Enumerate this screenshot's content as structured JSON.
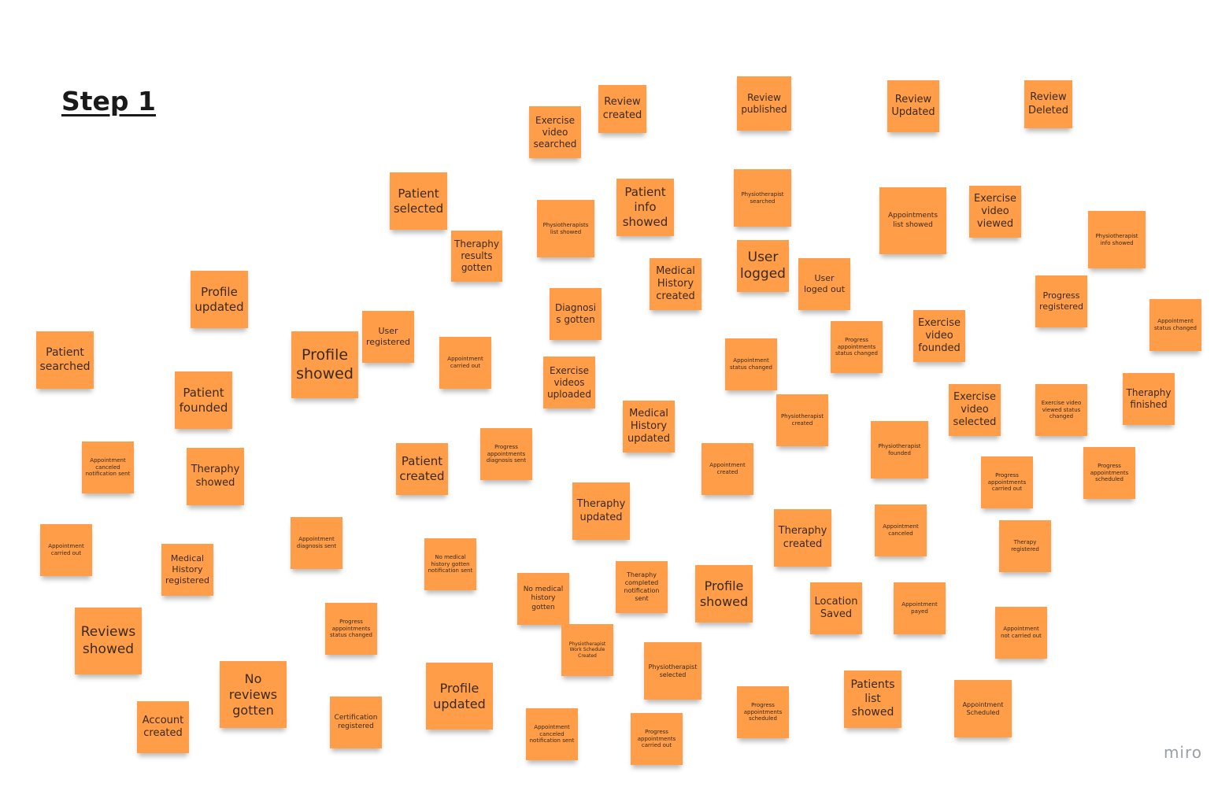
{
  "board": {
    "title": "Step 1",
    "watermark": "miro",
    "note_color": "#ff9d48"
  },
  "notes": [
    "Exercise video searched",
    "Review created",
    "Review published",
    "Review Updated",
    "Review Deleted",
    "Patient selected",
    "Physiotherapists list showed",
    "Patient info showed",
    "Physiotherapist searched",
    "Appointments list showed",
    "Exercise video viewed",
    "Physiotherapist info showed",
    "Theraphy results gotten",
    "Medical History created",
    "User logged",
    "User loged out",
    "Profile updated",
    "Diagnosis gotten",
    "Progress registered",
    "Appointment status changed",
    "Patient searched",
    "Profile showed",
    "User registered",
    "Appointment carried out",
    "Appointment status changed",
    "Progress appointments status changed",
    "Exercise video founded",
    "Patient founded",
    "Exercise videos uploaded",
    "Medical History updated",
    "Physiotherapist created",
    "Exercise video selected",
    "Exercise video viewed status changed",
    "Theraphy finished",
    "Appointment canceled notification sent",
    "Theraphy showed",
    "Patient created",
    "Progress appointments diagnosis sent",
    "Appointment created",
    "Physiotherapist founded",
    "Progress appointments carried out",
    "Progress appointments scheduled",
    "Theraphy updated",
    "Theraphy created",
    "Appointment canceled",
    "Therapy registered",
    "Appointment carried out",
    "Medical History registered",
    "Appointment diagnosis sent",
    "No medical history gotten notification sent",
    "No medical history gotten",
    "Theraphy completed notification sent",
    "Profile showed",
    "Location Saved",
    "Appointment payed",
    "Reviews showed",
    "Progress appointments status changed",
    "Physiotherapist Work Schedule Created",
    "Appointment not carried out",
    "Physiotherapist selected",
    "No reviews gotten",
    "Profile updated",
    "Patients list showed",
    "Account created",
    "Certification registered",
    "Progress appointments scheduled",
    "Appointment Scheduled",
    "Appointment canceled notification sent",
    "Progress appointments carried out"
  ]
}
